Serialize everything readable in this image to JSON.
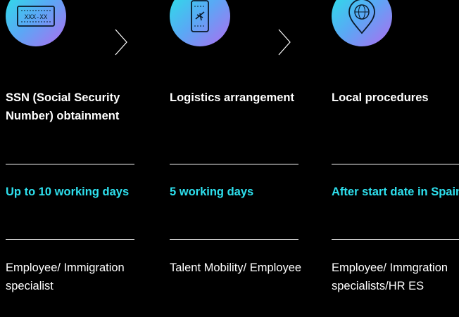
{
  "colors": {
    "background": "#000000",
    "accent": "#2ee0ee",
    "gradient_start": "#25e6e6",
    "gradient_end": "#b06cf0"
  },
  "steps": [
    {
      "icon": "ssn-card-icon",
      "icon_text": "XXX-XX",
      "title": "SSN (Social Security Number) obtainment",
      "duration": "Up to 10 working days",
      "owner": "Employee/ Immigration specialist"
    },
    {
      "icon": "travel-ticket-icon",
      "title": "Logistics arrangement",
      "duration": "5 working days",
      "owner": "Talent Mobility/ Employee"
    },
    {
      "icon": "location-pin-globe-icon",
      "title": "Local procedures",
      "duration": "After start date in Spain",
      "owner": "Employee/ Immgration specialists/HR ES"
    }
  ]
}
